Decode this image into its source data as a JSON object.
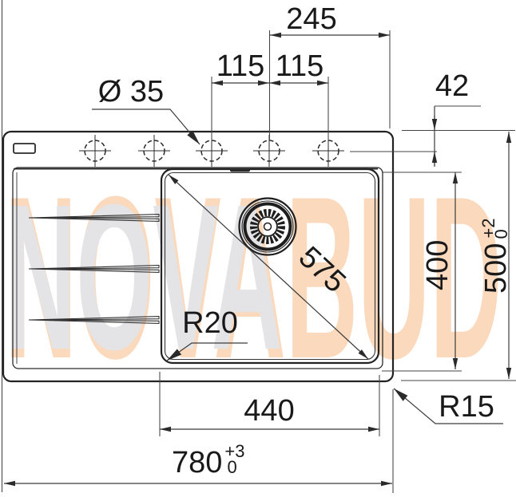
{
  "drawing": {
    "type": "kitchen sink technical dimension drawing, top view",
    "features": {
      "tap_holes": 5,
      "drainer_grooves": 3,
      "overflow_slot": 1,
      "drain_strainer": 1
    }
  },
  "dims": {
    "top_width": "245",
    "hole_pitch_left": "115",
    "hole_pitch_right": "115",
    "hole_diameter": "Ø 35",
    "tap_edge_offset": "42",
    "bowl_diagonal": "575",
    "bowl_depth": "400",
    "overall_depth": {
      "value": "500",
      "tol_plus": "+2",
      "tol_minus": "0"
    },
    "bowl_corner_radius": "R20",
    "bowl_width": "440",
    "outer_corner_radius": "R15",
    "overall_width": {
      "value": "780",
      "tol_plus": "+3",
      "tol_minus": "0"
    }
  },
  "watermark": {
    "full": "NOVABUD",
    "left_part": "NOVA"
  },
  "colors": {
    "line": "#222222",
    "dimension_line": "#3c3c3c",
    "text": "#191919",
    "watermark_gray": "#e4e4e6",
    "watermark_peach": "#fbd9bd",
    "background": "#ffffff"
  }
}
